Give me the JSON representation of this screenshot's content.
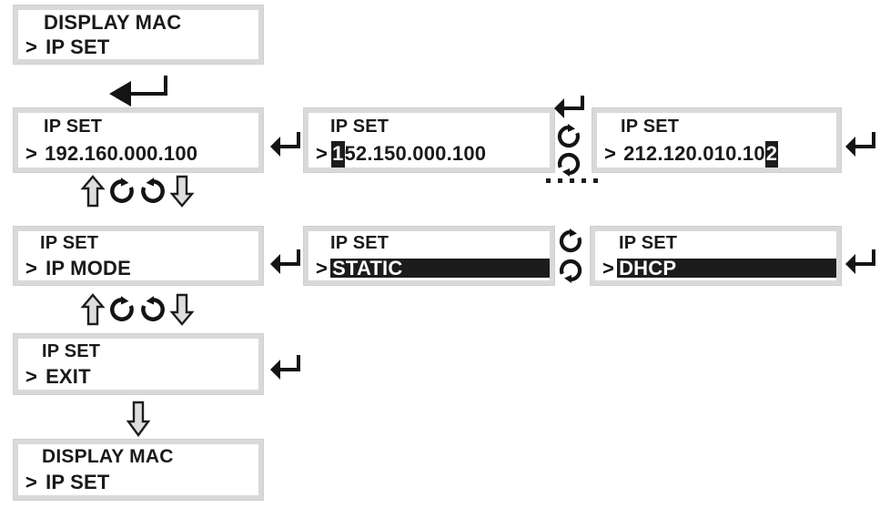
{
  "diagram": {
    "title": "IP SET menu navigation flow",
    "colors": {
      "bezel": "#d9d9d9",
      "screen": "#ffffff",
      "text": "#1a1a1a",
      "highlight_bg": "#1c1c1c",
      "highlight_fg": "#ffffff",
      "arrow_fill": "#e0e0e0",
      "arrow_stroke": "#1d1d1d"
    }
  },
  "screens": {
    "root_top": {
      "line1": "DISPLAY MAC",
      "caret": ">",
      "line2": "IP SET"
    },
    "ip_address_current": {
      "line1": "IP SET",
      "caret": ">",
      "line2": "192.160.000.100"
    },
    "ip_address_edit_first": {
      "line1": "IP SET",
      "caret": ">",
      "line2_highlight": "1",
      "line2_rest": "52.150.000.100"
    },
    "ip_address_edit_last": {
      "line1": "IP SET",
      "caret": ">",
      "line2_prefix": "212.120.010.10",
      "line2_highlight": "2"
    },
    "ip_mode": {
      "line1": "IP SET",
      "caret": ">",
      "line2": "IP MODE"
    },
    "ip_mode_static": {
      "line1": "IP SET",
      "caret": ">",
      "line2_selected": "STATIC"
    },
    "ip_mode_dhcp": {
      "line1": "IP SET",
      "caret": ">",
      "line2_selected": "DHCP"
    },
    "exit": {
      "line1": "IP SET",
      "caret": ">",
      "line2": "EXIT"
    },
    "root_bottom": {
      "line1": "DISPLAY MAC",
      "caret": ">",
      "line2": "IP SET"
    }
  },
  "icons": {
    "enter": "enter-return-arrow-icon",
    "rotate_cw": "rotate-clockwise-icon",
    "rotate_ccw": "rotate-counterclockwise-icon",
    "arrow_up": "arrow-up-icon",
    "arrow_down": "arrow-down-icon",
    "ellipsis": "ellipsis-dots"
  }
}
